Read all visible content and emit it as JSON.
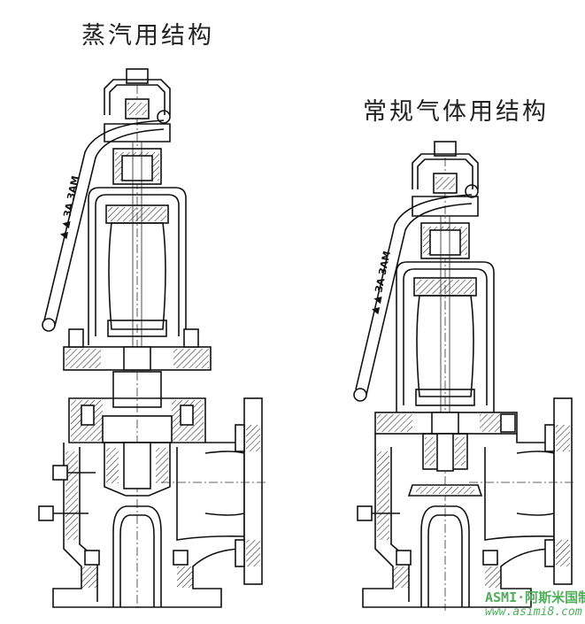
{
  "titles": {
    "steam": "蒸汽用结构",
    "gas": "常规气体用结构"
  },
  "lever_marks": {
    "left": "▲ ▲ ЗА ЗАМ",
    "right": "▲ ▲ ЗА ЗАМ"
  },
  "watermark": {
    "brand": "ASMI·阿斯米国制造",
    "url": "www.asimi8.com"
  },
  "colors": {
    "line": "#111111",
    "watermark": "#4fae5a",
    "background": "#ffffff"
  }
}
